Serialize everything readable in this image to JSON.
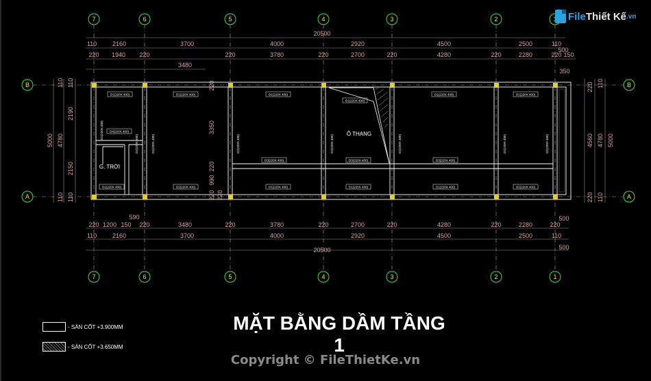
{
  "title": "MẶT BẰNG DẦM TẦNG 1",
  "copyright": "Copyright © FileThietKe.vn",
  "logo": {
    "part1": "File",
    "part2": "Thiết Kế",
    "part3": ".vn"
  },
  "legend": [
    {
      "text": "- SÀN CỐT +3.900MM",
      "style": "plain"
    },
    {
      "text": "- SÀN CỐT +3.650MM",
      "style": "hatch"
    }
  ],
  "grid_columns": [
    "7",
    "6",
    "5",
    "4",
    "3",
    "2",
    "1"
  ],
  "grid_rows": [
    "B",
    "A"
  ],
  "top_dims": {
    "total": "20500",
    "row1": [
      "110",
      "2160",
      "3700",
      "4000",
      "2920",
      "4500",
      "2500",
      "110"
    ],
    "row2": [
      "220",
      "1940",
      "220",
      "220",
      "3780",
      "220",
      "2700",
      "220",
      "4280",
      "220",
      "2280",
      "220",
      "150"
    ],
    "row3": [
      "3480"
    ],
    "right": [
      "500",
      "350"
    ]
  },
  "bottom_dims": {
    "total": "20500",
    "row1": [
      "220",
      "1200",
      "150",
      "220",
      "3480",
      "220",
      "3780",
      "220",
      "2700",
      "220",
      "4280",
      "220",
      "2280",
      "220"
    ],
    "row2": [
      "110",
      "2160",
      "3700",
      "4000",
      "2920",
      "4500",
      "2500",
      "110"
    ],
    "extra": [
      "590",
      "500",
      "500"
    ]
  },
  "left_dims": [
    "110",
    "110",
    "2190",
    "4780",
    "5000",
    "2150",
    "110",
    "110"
  ],
  "right_dims": [
    "220",
    "110",
    "4560",
    "4780",
    "5000",
    "220",
    "110"
  ],
  "mid_dims": [
    "220",
    "3350",
    "220",
    "990",
    "220",
    "220"
  ],
  "beam_labels": {
    "d1": "D1(220X 400)",
    "d2": "D2(220X 400)",
    "d3": "D3(220X 400)",
    "d4": "D4(220X 400)"
  },
  "rooms": [
    "Ô THANG",
    "G. TRỜI"
  ]
}
